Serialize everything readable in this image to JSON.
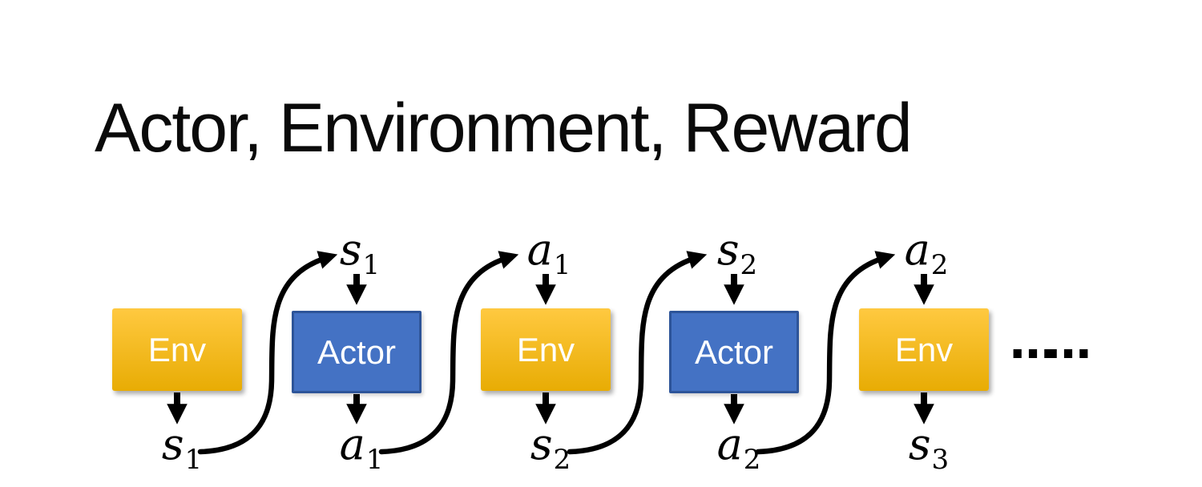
{
  "title": "Actor, Environment, Reward",
  "colors": {
    "background": "#ffffff",
    "title_color": "#0a0a0a",
    "env_gradient_top": "#ffc940",
    "env_gradient_bottom": "#e8ac04",
    "actor_fill": "#4472c4",
    "actor_border": "#2d5499",
    "box_text": "#ffffff",
    "arrow_color": "#000000"
  },
  "diagram": {
    "boxes": [
      {
        "type": "env",
        "label": "Env"
      },
      {
        "type": "actor",
        "label": "Actor"
      },
      {
        "type": "env",
        "label": "Env"
      },
      {
        "type": "actor",
        "label": "Actor"
      },
      {
        "type": "env",
        "label": "Env"
      }
    ],
    "top_labels": [
      {
        "base": "s",
        "sub": "1"
      },
      {
        "base": "a",
        "sub": "1"
      },
      {
        "base": "s",
        "sub": "2"
      },
      {
        "base": "a",
        "sub": "2"
      }
    ],
    "bottom_labels": [
      {
        "base": "s",
        "sub": "1"
      },
      {
        "base": "a",
        "sub": "1"
      },
      {
        "base": "s",
        "sub": "2"
      },
      {
        "base": "a",
        "sub": "2"
      },
      {
        "base": "s",
        "sub": "3"
      }
    ],
    "ellipsis": "……"
  }
}
